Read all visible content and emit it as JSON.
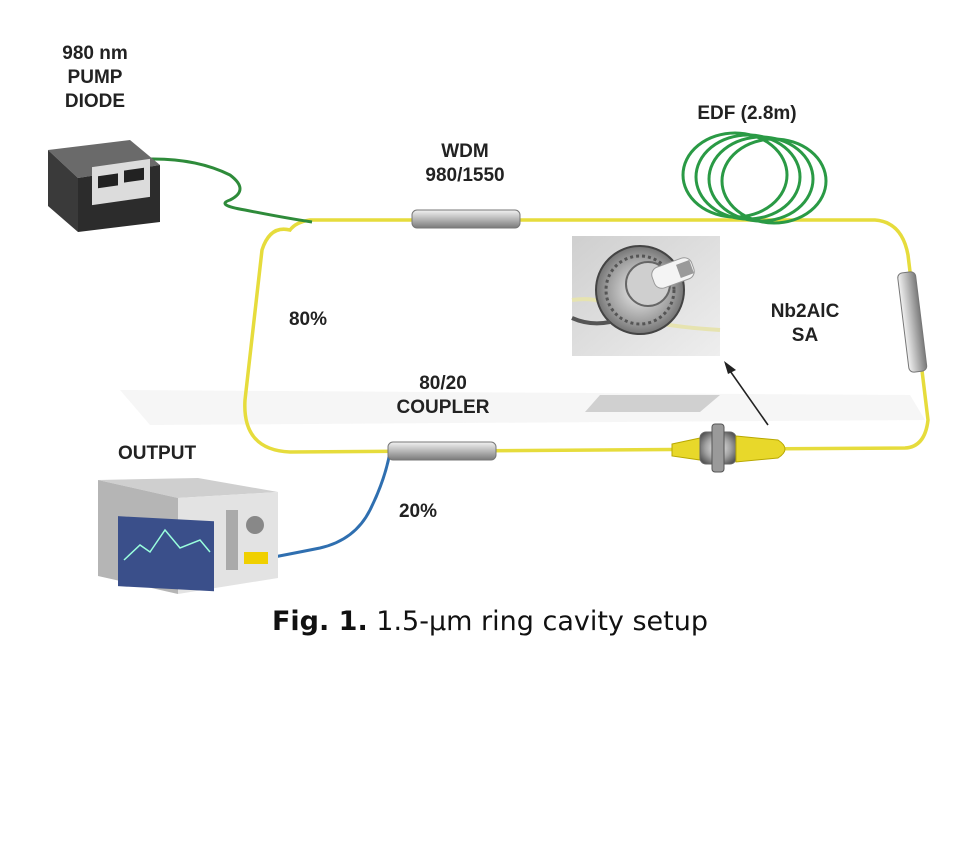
{
  "labels": {
    "pump_line1": "980 nm",
    "pump_line2": "PUMP",
    "pump_line3": "DIODE",
    "wdm_line1": "WDM",
    "wdm_line2": "980/1550",
    "edf": "EDF (2.8m)",
    "sa_line1": "Nb2AlC",
    "sa_line2": "SA",
    "port_80": "80%",
    "coupler_line1": "80/20",
    "coupler_line2": "COUPLER",
    "output": "OUTPUT",
    "port_20": "20%"
  },
  "caption": {
    "prefix": "Fig. 1.",
    "text": "1.5-μm ring cavity setup"
  },
  "colors": {
    "ring_fiber": "#e6dc3c",
    "pump_fiber": "#2e8b3a",
    "output_fiber": "#2f6fb0",
    "edf_coil": "#2a9a45",
    "component_body": "#b8b8b8"
  },
  "icons": {
    "pump": "pump-diode-instrument-icon",
    "output": "optical-spectrum-analyzer-icon",
    "sa_photo": "fiber-ferrule-connector-photo",
    "connector": "fiber-connector-adapter-icon"
  }
}
